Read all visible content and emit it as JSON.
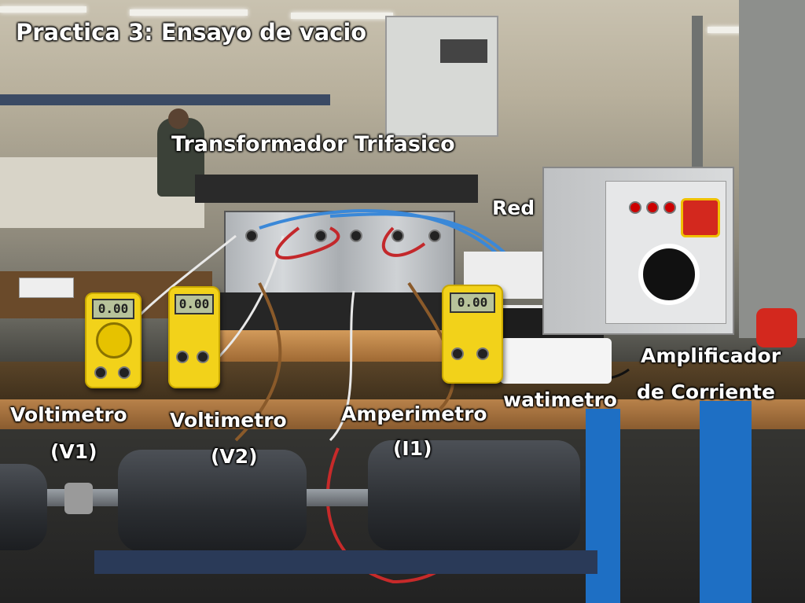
{
  "labels": {
    "title": "Practica 3: Ensayo de vacio",
    "transformer": "Transformador Trifasico",
    "grid": "Red",
    "amplifier_line1": "Amplificador",
    "amplifier_line2": "de Corriente",
    "wattmeter": "watimetro",
    "voltmeter1_line1": "Voltimetro",
    "voltmeter1_line2": "(V1)",
    "voltmeter2_line1": "Voltimetro",
    "voltmeter2_line2": "(V2)",
    "ammeter_line1": "Amperimetro",
    "ammeter_line2": "(I1)"
  },
  "meters": {
    "v1_reading": "0.00",
    "v2_reading": "0.00",
    "i1_reading": "0.00"
  },
  "colors": {
    "label_text": "#ffffff",
    "meter_body": "#f2d21a",
    "bench_blue": "#1e6fc4",
    "transformer_steel": "#b9bcc0",
    "red_knob": "#d3281e"
  }
}
